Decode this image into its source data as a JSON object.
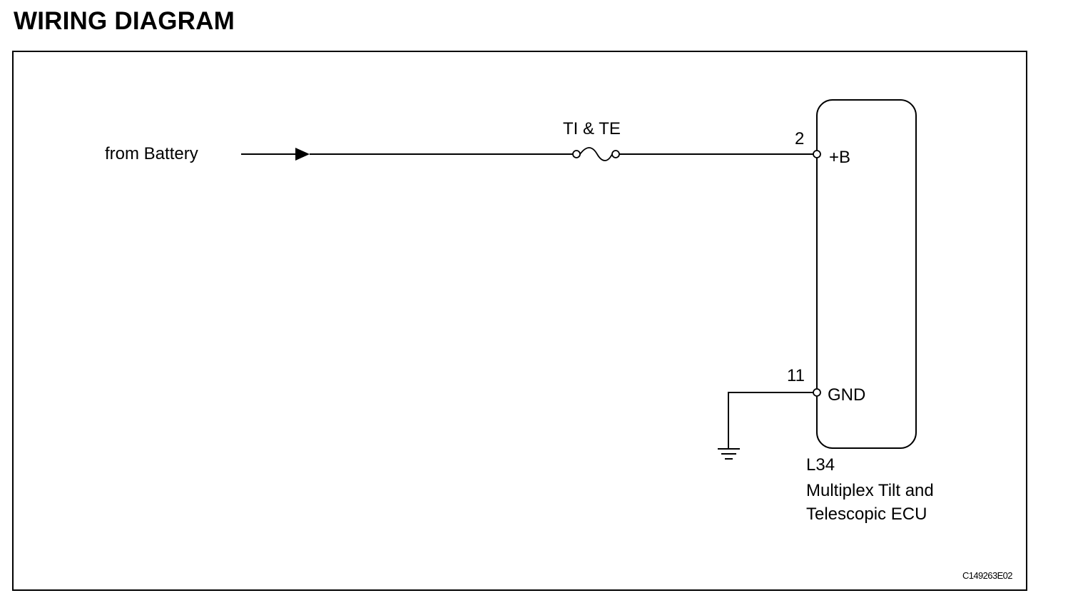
{
  "title": "WIRING DIAGRAM",
  "source_label": "from Battery",
  "fuse_label": "TI & TE",
  "ecu": {
    "pins": [
      {
        "number": "2",
        "name": "+B"
      },
      {
        "number": "11",
        "name": "GND"
      }
    ],
    "code": "L34",
    "name_line1": "Multiplex Tilt and",
    "name_line2": "Telescopic ECU"
  },
  "figure_code": "C149263E02"
}
